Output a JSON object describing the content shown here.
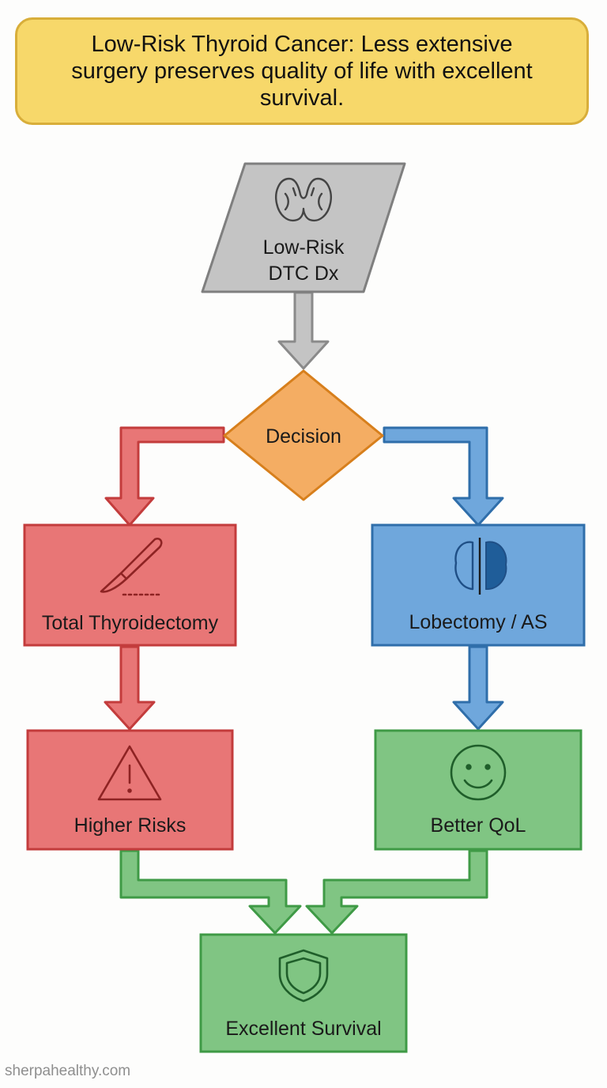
{
  "title": "Low-Risk Thyroid Cancer: Less extensive surgery preserves quality of life with excellent survival.",
  "nodes": {
    "diagnosis": {
      "line1": "Low-Risk",
      "line2": "DTC Dx",
      "icon": "thyroid-icon"
    },
    "decision": {
      "label": "Decision"
    },
    "total_thyroidectomy": {
      "label": "Total Thyroidectomy",
      "icon": "scalpel-icon"
    },
    "lobectomy": {
      "label": "Lobectomy / AS",
      "icon": "half-thyroid-icon"
    },
    "higher_risks": {
      "label": "Higher Risks",
      "icon": "warning-icon"
    },
    "better_qol": {
      "label": "Better QoL",
      "icon": "smiley-icon"
    },
    "excellent_survival": {
      "label": "Excellent Survival",
      "icon": "shield-icon"
    }
  },
  "colors": {
    "title_fill": "#f7d86a",
    "gray": "#c4c4c4",
    "orange": "#f4ad63",
    "red": "#e87676",
    "blue": "#6fa7dc",
    "green": "#80c583"
  },
  "watermark": "sherpahealthy.com"
}
